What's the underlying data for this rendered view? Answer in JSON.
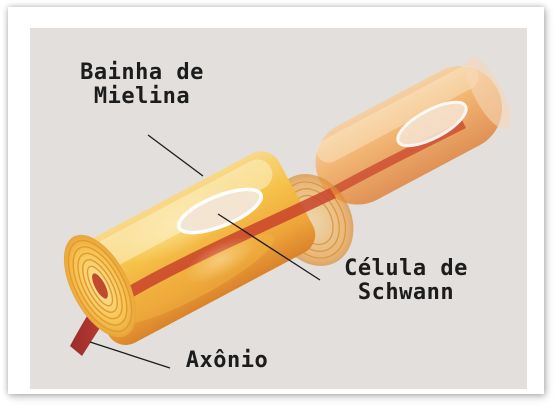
{
  "labels": {
    "myelin_line1": "Bainha de",
    "myelin_line2": "Mielina",
    "schwann_line1": "Célula de",
    "schwann_line2": "Schwann",
    "axon": "Axônio"
  },
  "colors": {
    "background": "#e2dfdc",
    "sheath": "#f6c44a",
    "sheath_glow": "#fde9a6",
    "axon": "#b0342a",
    "node_ring": "#f2a83a",
    "label_text": "#1c1c1c",
    "leader_line": "#1c1c1c"
  }
}
